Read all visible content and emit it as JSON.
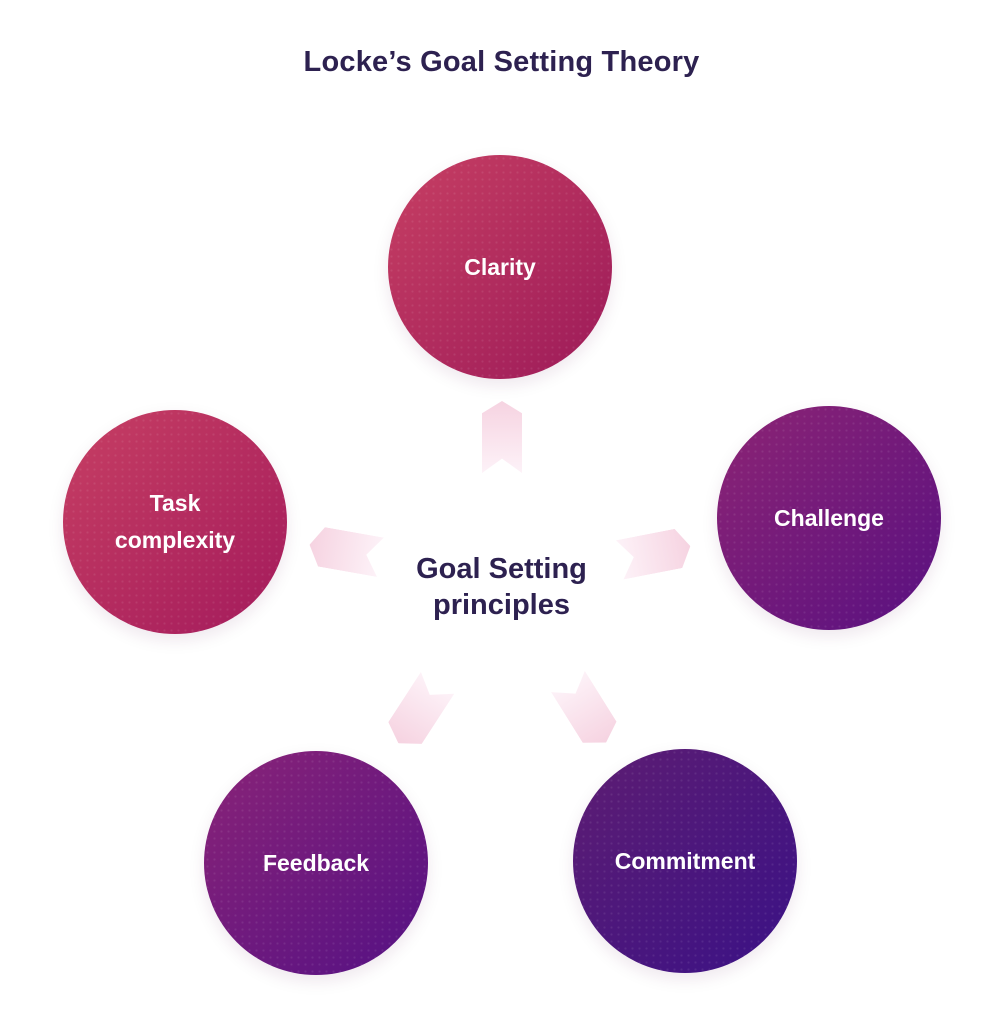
{
  "title": "Locke’s Goal Setting Theory",
  "center": {
    "line1": "Goal Setting",
    "line2": "principles"
  },
  "nodes": [
    {
      "id": "clarity",
      "label": "Clarity",
      "gradient_start": "#c73f63",
      "gradient_end": "#9c1a59"
    },
    {
      "id": "challenge",
      "label": "Challenge",
      "gradient_start": "#8d2474",
      "gradient_end": "#581081"
    },
    {
      "id": "commitment",
      "label": "Commitment",
      "gradient_start": "#5e1d72",
      "gradient_end": "#3a1186"
    },
    {
      "id": "feedback",
      "label": "Feedback",
      "gradient_start": "#8a2377",
      "gradient_end": "#541184"
    },
    {
      "id": "task_complexity",
      "label": "Task complexity",
      "gradient_start": "#c73f63",
      "gradient_end": "#a31a5c"
    }
  ],
  "colors": {
    "text_dark": "#2d2150",
    "background": "#ffffff",
    "ribbon_tip": "#f6d3e1",
    "ribbon_tail": "#fdf2f8"
  }
}
